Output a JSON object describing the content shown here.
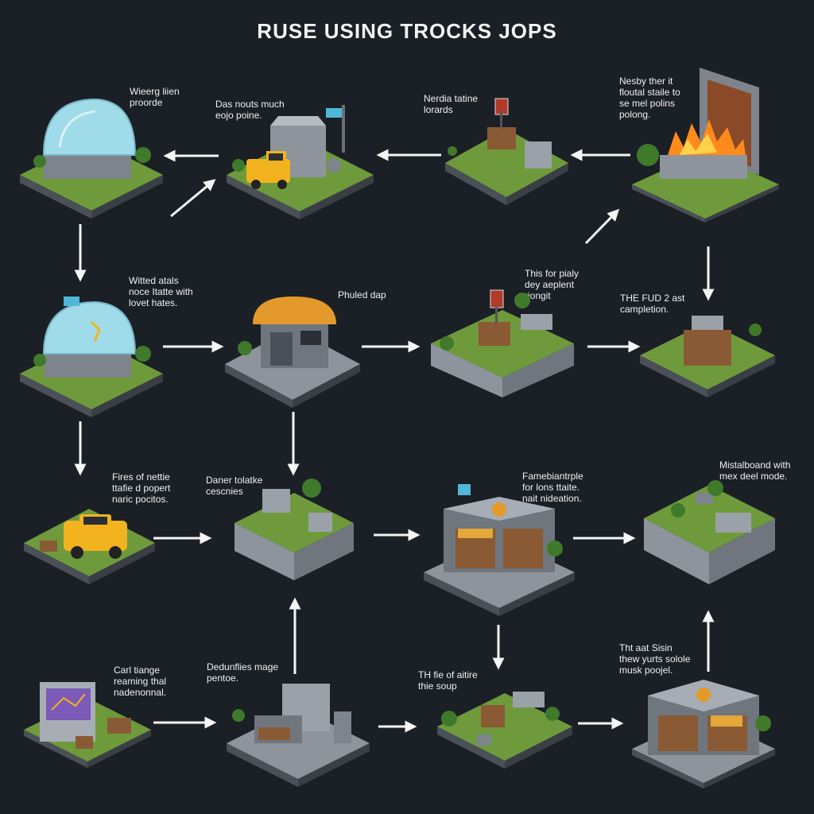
{
  "title": "RUSE USING TROCKS JOPS",
  "colors": {
    "background": "#1b1f26",
    "grass": "#6f9a3c",
    "stone": "#8d949c",
    "arrow": "#f5f5f5",
    "dome": "#9fdbe8",
    "truck": "#f2b31e",
    "roof": "#e39a2a",
    "fire": "#ff8a1c",
    "wood": "#8a5a34"
  },
  "nodes": [
    {
      "id": "n1",
      "label": "Wieerg liien\nproorde",
      "icon": "dome-icon"
    },
    {
      "id": "n2",
      "label": "Das nouts much\neojo poine.",
      "icon": "garage-truck-icon"
    },
    {
      "id": "n3",
      "label": "Nerdia tatine\nlorards",
      "icon": "sign-crate-icon"
    },
    {
      "id": "n4",
      "label": "Nesby ther it\nfloutal staile to\nse mel polins\npolong.",
      "icon": "furnace-fire-icon"
    },
    {
      "id": "n5",
      "label": "Witted atals\nnoce Itatte with\nlovet hates.",
      "icon": "dome-icon"
    },
    {
      "id": "n6",
      "label": "Phuled dap",
      "icon": "workshop-icon"
    },
    {
      "id": "n7",
      "label": "This for pialy\ndey aeplent\nriongit",
      "icon": "yard-sign-icon"
    },
    {
      "id": "n8",
      "label": "THE FUD 2 ast\ncampletion.",
      "icon": "wood-house-icon"
    },
    {
      "id": "n9",
      "label": "Fires of nettie\nttafie d popert\nnaric pocitos.",
      "icon": "truck-icon"
    },
    {
      "id": "n10",
      "label": "Daner tolatke\ncescnies",
      "icon": "concrete-blocks-icon"
    },
    {
      "id": "n11",
      "label": "Famebiantrple\nfor lons ttaite.\nnait nideation.",
      "icon": "warehouse-icon"
    },
    {
      "id": "n12",
      "label": "Mistalboand with\nmex deel mode.",
      "icon": "platform-icon"
    },
    {
      "id": "n13",
      "label": "Carl tiange\nreaming thal\nnadenonnal.",
      "icon": "computer-kiosk-icon"
    },
    {
      "id": "n14",
      "label": "Dedunflies mage\npentoe.",
      "icon": "factory-icon"
    },
    {
      "id": "n15",
      "label": "TH fie of aitire\nthie soup",
      "icon": "machine-yard-icon"
    },
    {
      "id": "n16",
      "label": "Tht aat Sisin\nthew yurts solole\nmusk poojel.",
      "icon": "warehouse-icon"
    }
  ]
}
